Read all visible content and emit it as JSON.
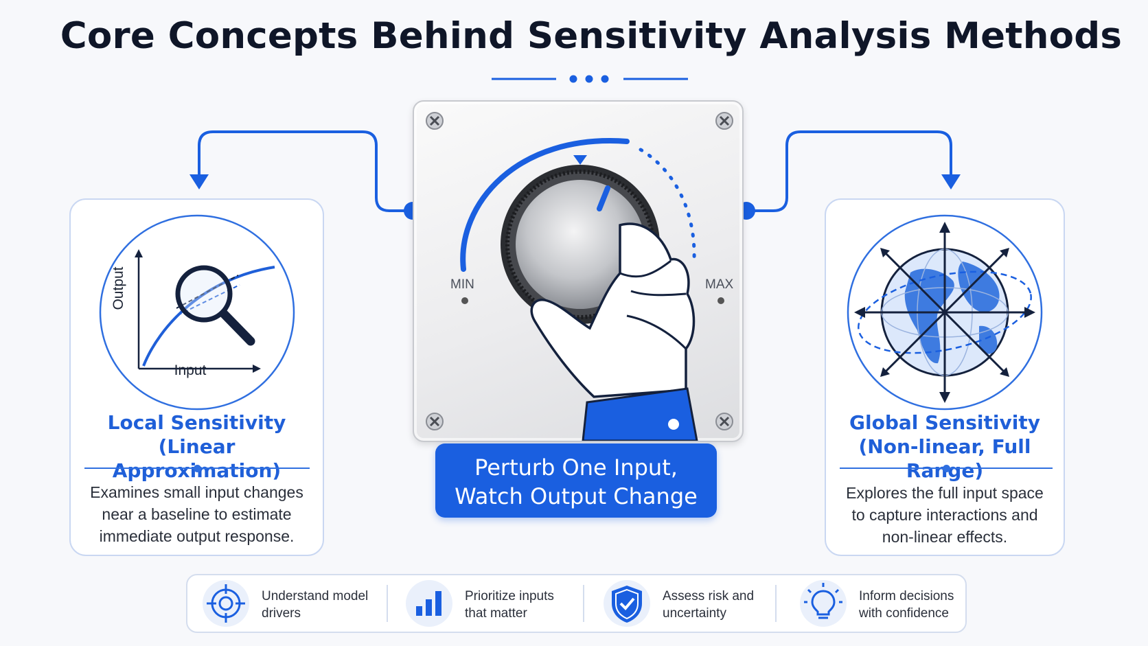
{
  "title": "Core Concepts Behind Sensitivity Analysis Methods",
  "colors": {
    "accent": "#1a5fe0",
    "title": "#0f1628",
    "card_border": "#c9d7f2"
  },
  "local": {
    "icon": "graph-magnifier-icon",
    "axis_y": "Output",
    "axis_x": "Input",
    "title_line1": "Local Sensitivity",
    "title_line2": "(Linear Approximation)",
    "desc_line1": "Examines small input changes",
    "desc_line2": "near a baseline to estimate",
    "desc_line3": "immediate output response."
  },
  "center": {
    "icon": "dial-knob-hand-icon",
    "min_label": "MIN",
    "max_label": "MAX",
    "cta_line1": "Perturb One Input,",
    "cta_line2": "Watch Output Change"
  },
  "global": {
    "icon": "globe-arrows-icon",
    "title_line1": "Global Sensitivity",
    "title_line2": "(Non-linear, Full Range)",
    "desc_line1": "Explores the full input space",
    "desc_line2": "to capture interactions and",
    "desc_line3": "non-linear effects."
  },
  "benefits": [
    {
      "icon": "target-icon",
      "line1": "Understand model",
      "line2": "drivers"
    },
    {
      "icon": "bar-chart-icon",
      "line1": "Prioritize inputs",
      "line2": "that matter"
    },
    {
      "icon": "shield-check-icon",
      "line1": "Assess risk and",
      "line2": "uncertainty"
    },
    {
      "icon": "lightbulb-icon",
      "line1": "Inform decisions",
      "line2": "with confidence"
    }
  ]
}
